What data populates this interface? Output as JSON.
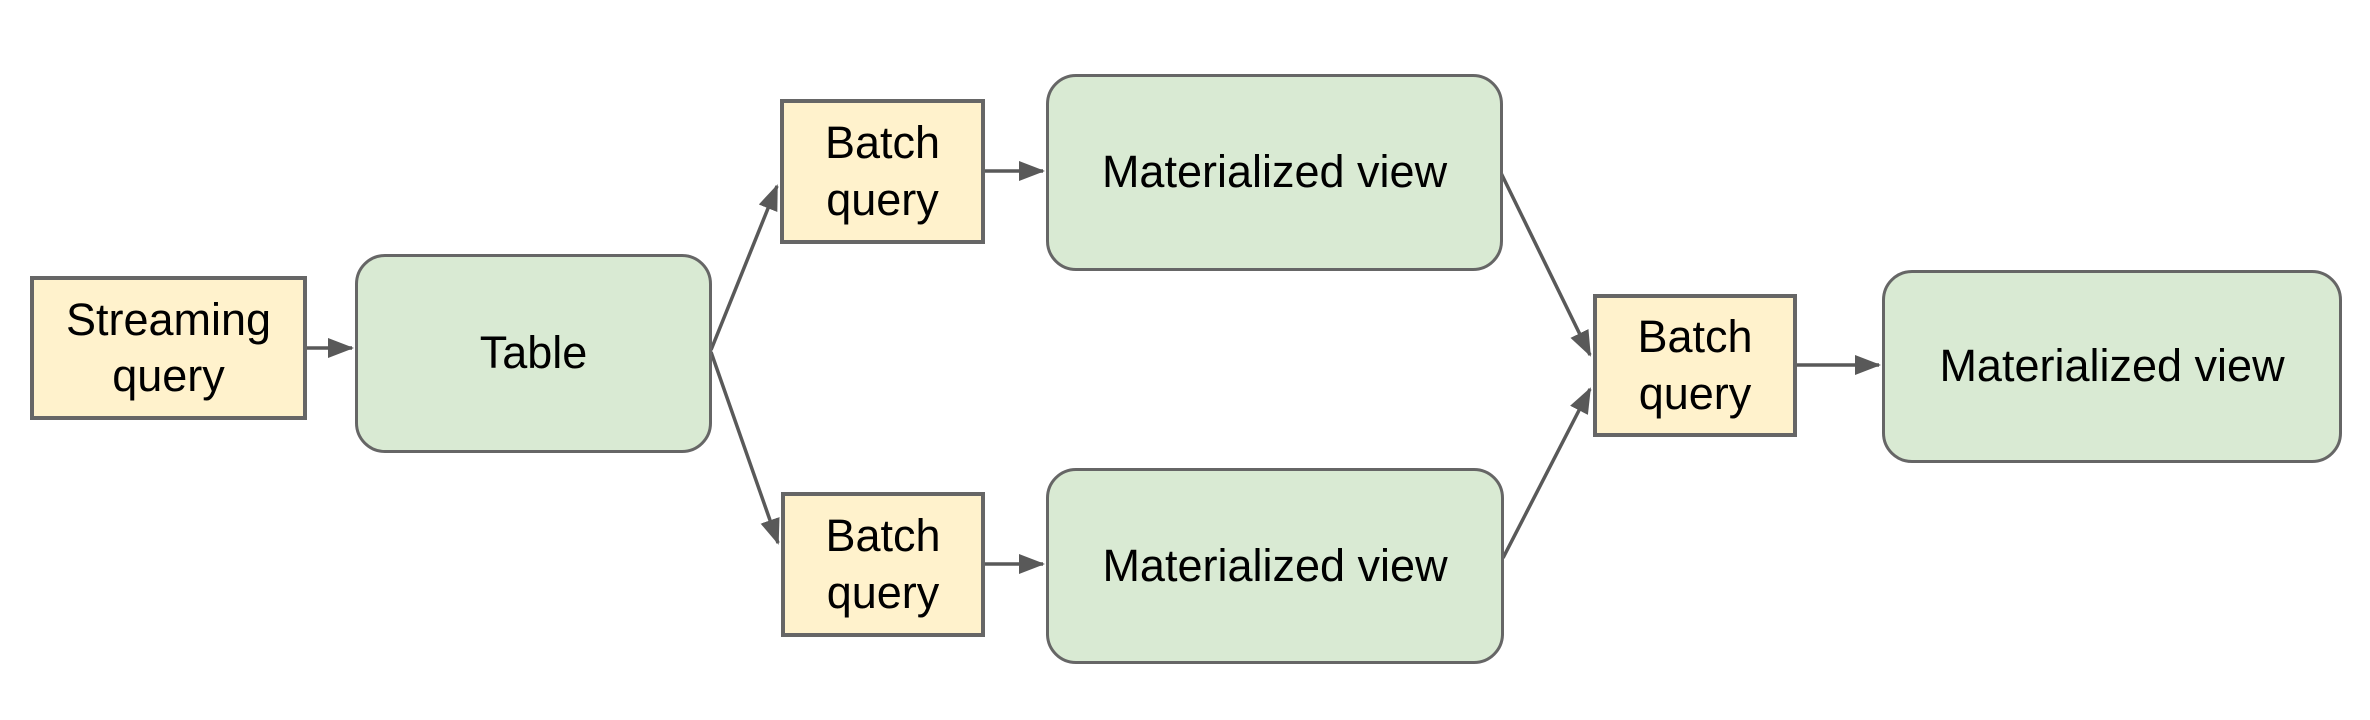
{
  "diagram": {
    "type": "flowchart",
    "colors": {
      "query_fill": "#fff2cc",
      "dataset_fill": "#d9ead3",
      "shape_border": "#666666",
      "arrow": "#595959",
      "text": "#000000",
      "background": "#ffffff"
    },
    "nodes": {
      "streaming_query": {
        "label": "Streaming query",
        "kind": "query",
        "shape": "rectangle"
      },
      "table": {
        "label": "Table",
        "kind": "dataset",
        "shape": "rounded-rectangle"
      },
      "batch_query_top": {
        "label": "Batch query",
        "kind": "query",
        "shape": "rectangle"
      },
      "materialized_view_top": {
        "label": "Materialized view",
        "kind": "dataset",
        "shape": "rounded-rectangle"
      },
      "batch_query_bottom": {
        "label": "Batch query",
        "kind": "query",
        "shape": "rectangle"
      },
      "materialized_view_bottom": {
        "label": "Materialized view",
        "kind": "dataset",
        "shape": "rounded-rectangle"
      },
      "batch_query_right": {
        "label": "Batch query",
        "kind": "query",
        "shape": "rectangle"
      },
      "materialized_view_right": {
        "label": "Materialized view",
        "kind": "dataset",
        "shape": "rounded-rectangle"
      }
    },
    "edges": [
      {
        "from": "streaming_query",
        "to": "table"
      },
      {
        "from": "table",
        "to": "batch_query_top"
      },
      {
        "from": "table",
        "to": "batch_query_bottom"
      },
      {
        "from": "batch_query_top",
        "to": "materialized_view_top"
      },
      {
        "from": "batch_query_bottom",
        "to": "materialized_view_bottom"
      },
      {
        "from": "materialized_view_top",
        "to": "batch_query_right"
      },
      {
        "from": "materialized_view_bottom",
        "to": "batch_query_right"
      },
      {
        "from": "batch_query_right",
        "to": "materialized_view_right"
      }
    ]
  }
}
